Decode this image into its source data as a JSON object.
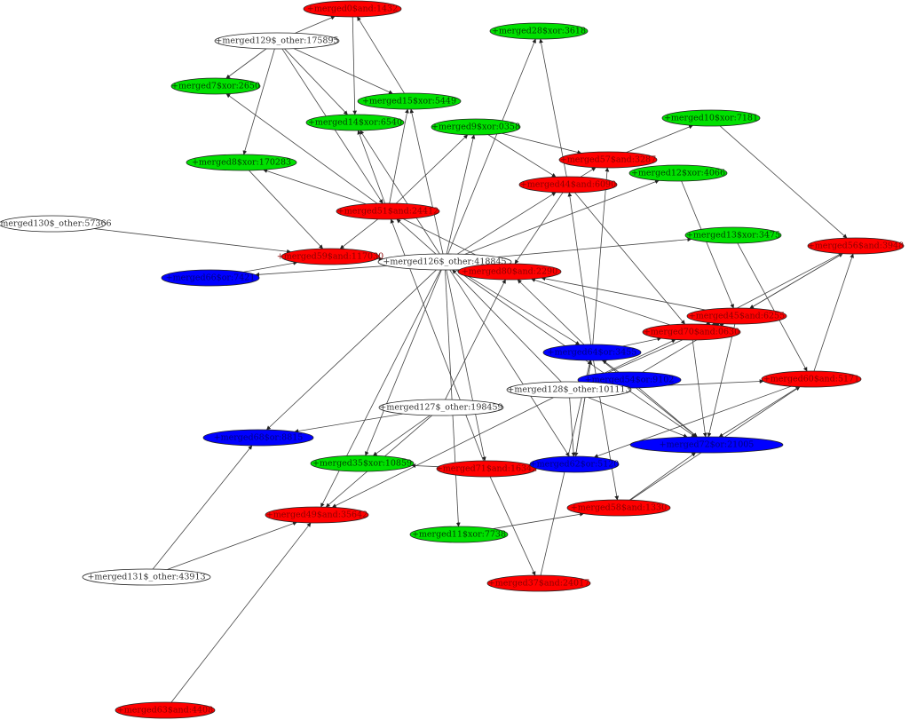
{
  "colors": {
    "red": "#ff0000",
    "green": "#00e000",
    "blue": "#0000ff",
    "white": "#ffffff",
    "red_label": "#8b0000",
    "green_label": "#004400",
    "blue_label": "#000080",
    "white_label": "#333333"
  },
  "nodes": [
    {
      "id": "n0",
      "label": "+merged0$and:1432",
      "fill": "red"
    },
    {
      "id": "n1",
      "label": "+merged129$_other:175895",
      "fill": "white"
    },
    {
      "id": "n2",
      "label": "+merged28$xor:3618",
      "fill": "green"
    },
    {
      "id": "n3",
      "label": "+merged7$xor:2650",
      "fill": "green"
    },
    {
      "id": "n4",
      "label": "+merged15$xor:5449",
      "fill": "green"
    },
    {
      "id": "n5",
      "label": "+merged14$xor:6540",
      "fill": "green"
    },
    {
      "id": "n6",
      "label": "+merged9$xor:0358",
      "fill": "green"
    },
    {
      "id": "n7",
      "label": "+merged10$xor:7181",
      "fill": "green"
    },
    {
      "id": "n8",
      "label": "+merged57$and:3287",
      "fill": "red"
    },
    {
      "id": "n9",
      "label": "+merged8$xor:170283",
      "fill": "green"
    },
    {
      "id": "n10",
      "label": "+merged44$and:6090",
      "fill": "red"
    },
    {
      "id": "n11",
      "label": "+merged12$xor:4066",
      "fill": "green"
    },
    {
      "id": "n12",
      "label": "+merged51$and:24412",
      "fill": "red"
    },
    {
      "id": "n13",
      "label": "+merged130$_other:57366",
      "fill": "white"
    },
    {
      "id": "n14",
      "label": "+merged13$xor:3475",
      "fill": "green"
    },
    {
      "id": "n15",
      "label": "+merged56$and:3948",
      "fill": "red"
    },
    {
      "id": "n16",
      "label": "+merged59$and:117030",
      "fill": "red"
    },
    {
      "id": "n17",
      "label": "+merged126$_other:418845",
      "fill": "white"
    },
    {
      "id": "n18",
      "label": "+merged80$and:2290",
      "fill": "red"
    },
    {
      "id": "n19",
      "label": "+merged66$or:7421",
      "fill": "blue"
    },
    {
      "id": "n20",
      "label": "+merged45$and:6255",
      "fill": "red"
    },
    {
      "id": "n21",
      "label": "+merged70$and:0630",
      "fill": "red"
    },
    {
      "id": "n22",
      "label": "+merged64$or:3455",
      "fill": "blue"
    },
    {
      "id": "n23",
      "label": "+merged54$or:9102",
      "fill": "blue"
    },
    {
      "id": "n24",
      "label": "+merged60$and:5171",
      "fill": "red"
    },
    {
      "id": "n25",
      "label": "+merged128$_other:101113",
      "fill": "white"
    },
    {
      "id": "n26",
      "label": "+merged127$_other:198459",
      "fill": "white"
    },
    {
      "id": "n27",
      "label": "+merged68$or:8815",
      "fill": "blue"
    },
    {
      "id": "n28",
      "label": "+merged72$or:21005",
      "fill": "blue"
    },
    {
      "id": "n29",
      "label": "+merged35$xor:10859",
      "fill": "green"
    },
    {
      "id": "n30",
      "label": "+merged71$and:16342",
      "fill": "red"
    },
    {
      "id": "n31",
      "label": "+merged62$or:5120",
      "fill": "blue"
    },
    {
      "id": "n32",
      "label": "+merged49$and:35642",
      "fill": "red"
    },
    {
      "id": "n33",
      "label": "+merged58$and:1330",
      "fill": "red"
    },
    {
      "id": "n34",
      "label": "+merged11$xor:7738",
      "fill": "green"
    },
    {
      "id": "n35",
      "label": "+merged131$_other:43913",
      "fill": "white"
    },
    {
      "id": "n36",
      "label": "+merged37$and:24017",
      "fill": "red"
    },
    {
      "id": "n37",
      "label": "+merged63$and:4408",
      "fill": "red"
    }
  ],
  "edges": [
    [
      "n1",
      "n0"
    ],
    [
      "n1",
      "n3"
    ],
    [
      "n1",
      "n4"
    ],
    [
      "n1",
      "n5"
    ],
    [
      "n1",
      "n9"
    ],
    [
      "n1",
      "n12"
    ],
    [
      "n0",
      "n5"
    ],
    [
      "n4",
      "n0"
    ],
    [
      "n12",
      "n3"
    ],
    [
      "n12",
      "n9"
    ],
    [
      "n12",
      "n4"
    ],
    [
      "n12",
      "n5"
    ],
    [
      "n12",
      "n6"
    ],
    [
      "n12",
      "n16"
    ],
    [
      "n12",
      "n18"
    ],
    [
      "n6",
      "n8"
    ],
    [
      "n6",
      "n10"
    ],
    [
      "n8",
      "n7"
    ],
    [
      "n7",
      "n15"
    ],
    [
      "n11",
      "n20"
    ],
    [
      "n14",
      "n24"
    ],
    [
      "n24",
      "n15"
    ],
    [
      "n13",
      "n16"
    ],
    [
      "n9",
      "n16"
    ],
    [
      "n19",
      "n16"
    ],
    [
      "n16",
      "n17"
    ],
    [
      "n17",
      "n19"
    ],
    [
      "n17",
      "n12"
    ],
    [
      "n17",
      "n5"
    ],
    [
      "n17",
      "n4"
    ],
    [
      "n17",
      "n2"
    ],
    [
      "n17",
      "n6"
    ],
    [
      "n17",
      "n10"
    ],
    [
      "n17",
      "n11"
    ],
    [
      "n17",
      "n14"
    ],
    [
      "n17",
      "n18"
    ],
    [
      "n17",
      "n22"
    ],
    [
      "n17",
      "n27"
    ],
    [
      "n17",
      "n29"
    ],
    [
      "n17",
      "n30"
    ],
    [
      "n17",
      "n32"
    ],
    [
      "n17",
      "n34"
    ],
    [
      "n17",
      "n28"
    ],
    [
      "n17",
      "n31"
    ],
    [
      "n10",
      "n8"
    ],
    [
      "n10",
      "n2"
    ],
    [
      "n10",
      "n18"
    ],
    [
      "n10",
      "n21"
    ],
    [
      "n20",
      "n15"
    ],
    [
      "n20",
      "n18"
    ],
    [
      "n20",
      "n21"
    ],
    [
      "n21",
      "n18"
    ],
    [
      "n21",
      "n28"
    ],
    [
      "n20",
      "n28"
    ],
    [
      "n22",
      "n8"
    ],
    [
      "n22",
      "n10"
    ],
    [
      "n22",
      "n18"
    ],
    [
      "n22",
      "n21"
    ],
    [
      "n22",
      "n28"
    ],
    [
      "n22",
      "n33"
    ],
    [
      "n22",
      "n31"
    ],
    [
      "n23",
      "n20"
    ],
    [
      "n23",
      "n28"
    ],
    [
      "n23",
      "n22"
    ],
    [
      "n25",
      "n17"
    ],
    [
      "n25",
      "n21"
    ],
    [
      "n25",
      "n24"
    ],
    [
      "n25",
      "n28"
    ],
    [
      "n25",
      "n32"
    ],
    [
      "n25",
      "n31"
    ],
    [
      "n25",
      "n23"
    ],
    [
      "n25",
      "n20"
    ],
    [
      "n26",
      "n18"
    ],
    [
      "n26",
      "n27"
    ],
    [
      "n26",
      "n32"
    ],
    [
      "n26",
      "n29"
    ],
    [
      "n31",
      "n30"
    ],
    [
      "n31",
      "n22"
    ],
    [
      "n30",
      "n29"
    ],
    [
      "n30",
      "n36"
    ],
    [
      "n30",
      "n12"
    ],
    [
      "n33",
      "n28"
    ],
    [
      "n33",
      "n24"
    ],
    [
      "n34",
      "n33"
    ],
    [
      "n36",
      "n22"
    ],
    [
      "n35",
      "n27"
    ],
    [
      "n35",
      "n32"
    ],
    [
      "n37",
      "n32"
    ],
    [
      "n24",
      "n28"
    ],
    [
      "n24",
      "n31"
    ],
    [
      "n15",
      "n20"
    ],
    [
      "n15",
      "n21"
    ]
  ]
}
